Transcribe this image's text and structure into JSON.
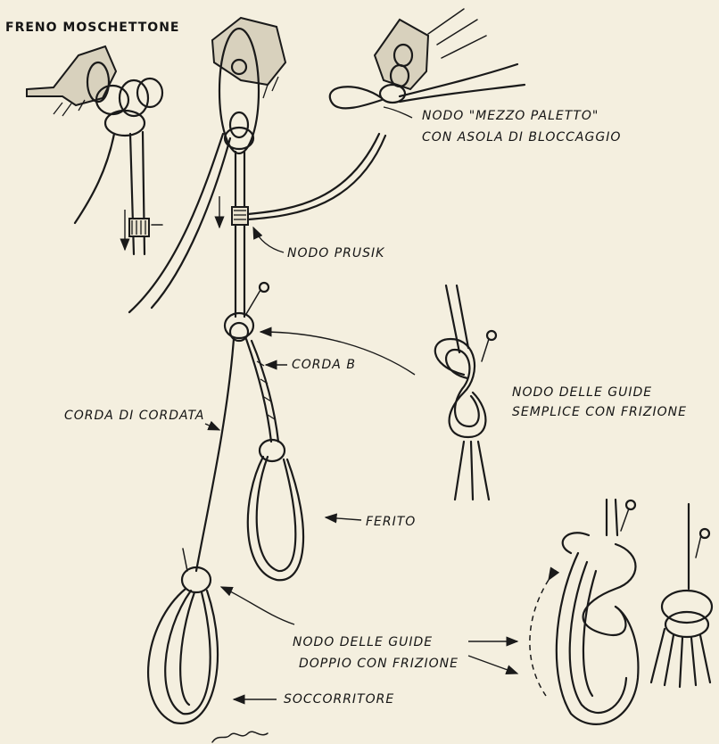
{
  "labels": {
    "freno_moschettone": "FRENO MOSCHETTONE",
    "mezzo_paletto_line1": "NODO \"MEZZO PALETTO\"",
    "mezzo_paletto_line2": "CON ASOLA DI BLOCCAGGIO",
    "nodo_prusik": "NODO PRUSIK",
    "corda_b": "CORDA B",
    "corda_di_cordata": "CORDA DI CORDATA",
    "guide_semplice_line1": "NODO DELLE GUIDE",
    "guide_semplice_line2": "SEMPLICE CON FRIZIONE",
    "ferito": "FERITO",
    "guide_doppio_line1": "NODO DELLE GUIDE",
    "guide_doppio_line2": "DOPPIO CON FRIZIONE",
    "soccorritore": "SOCCORRITORE"
  },
  "colors": {
    "paper": "#f4efdf",
    "ink": "#1a1a1a"
  }
}
